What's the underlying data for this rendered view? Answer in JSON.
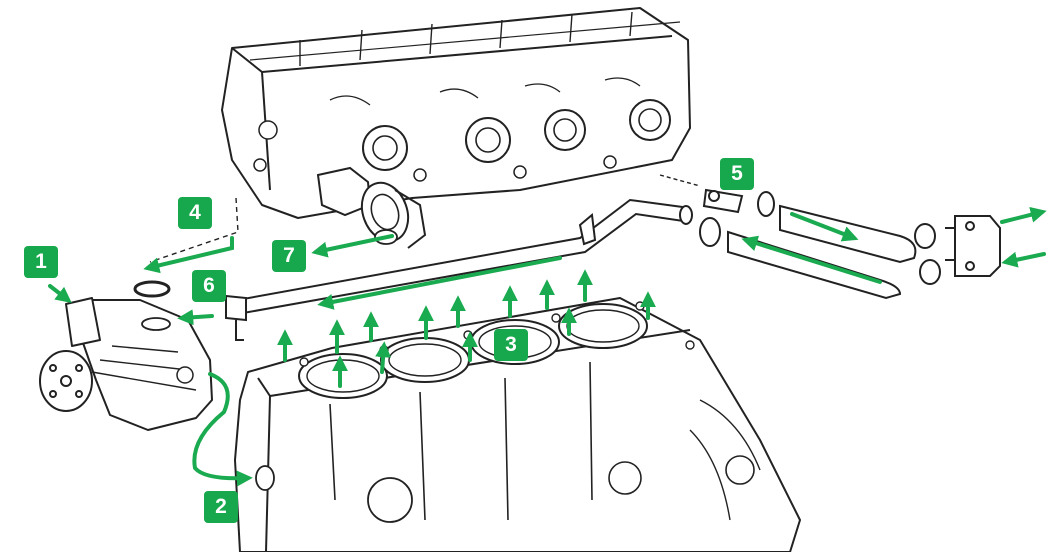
{
  "colors": {
    "flow_arrow": "#1aaa50",
    "badge_bg": "#17a74c",
    "badge_text": "#ffffff",
    "line_art": "#222222"
  },
  "parts": {
    "cylinder_head": "cylinder-head",
    "engine_block": "engine-block",
    "water_pump": "water-pump",
    "thermostat_housing": "thermostat-housing",
    "bypass_pipe": "bypass-pipe",
    "heater_hoses": "heater-hoses",
    "heater_matrix_connector": "heater-matrix-connector",
    "head_gasket": "head-gasket"
  },
  "callouts": [
    {
      "label": "1"
    },
    {
      "label": "2"
    },
    {
      "label": "3"
    },
    {
      "label": "4"
    },
    {
      "label": "5"
    },
    {
      "label": "6"
    },
    {
      "label": "7"
    }
  ]
}
